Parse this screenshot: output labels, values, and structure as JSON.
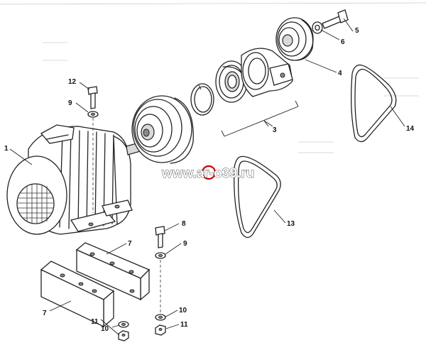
{
  "diagram": {
    "callouts": [
      "1",
      "3",
      "4",
      "5",
      "6",
      "7",
      "7",
      "8",
      "9",
      "9",
      "10",
      "10",
      "11",
      "11",
      "12",
      "13",
      "14"
    ],
    "watermark": "www.ar-o39.ru",
    "watermark_color": "#cc0000"
  }
}
